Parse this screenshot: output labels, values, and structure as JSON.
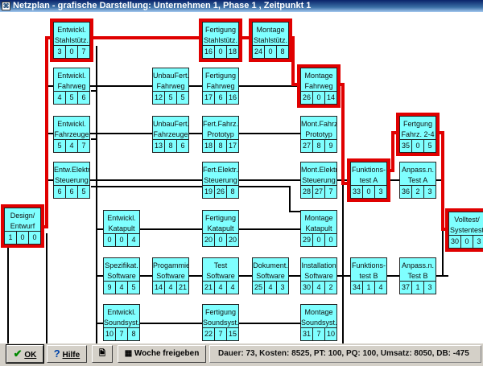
{
  "window": {
    "title": "Netzplan - grafische Darstellung: Unternehmen 1, Phase 1 , Zeitpunkt 1"
  },
  "colors": {
    "node_fill": "#7fffff",
    "critical": "#e00000",
    "line": "#000000"
  },
  "nodes": [
    {
      "l1": "Entwickl.",
      "l2": "Stahlstütz.",
      "v": [
        "3",
        "0",
        "7"
      ],
      "critical": true
    },
    {
      "l1": "Fertigung",
      "l2": "Stahlstütz.",
      "v": [
        "16",
        "0",
        "18"
      ],
      "critical": true
    },
    {
      "l1": "Montage",
      "l2": "Stahlstütz.",
      "v": [
        "24",
        "0",
        "8"
      ],
      "critical": true
    },
    {
      "l1": "Entwickl.",
      "l2": "Fahrweg",
      "v": [
        "4",
        "5",
        "6"
      ],
      "critical": false
    },
    {
      "l1": "UnbauFert.",
      "l2": "Fahrweg",
      "v": [
        "12",
        "5",
        "5"
      ],
      "critical": false
    },
    {
      "l1": "Fertigung",
      "l2": "Fahrweg",
      "v": [
        "17",
        "6",
        "16"
      ],
      "critical": false
    },
    {
      "l1": "Montage",
      "l2": "Fahrweg",
      "v": [
        "26",
        "0",
        "14"
      ],
      "critical": true
    },
    {
      "l1": "Entwickl.",
      "l2": "Fahrzeuge",
      "v": [
        "5",
        "4",
        "7"
      ],
      "critical": false
    },
    {
      "l1": "UnbauFert.",
      "l2": "Fahrzeuge",
      "v": [
        "13",
        "8",
        "6"
      ],
      "critical": false
    },
    {
      "l1": "Fert.Fahrz.",
      "l2": "Prototyp",
      "v": [
        "18",
        "8",
        "17"
      ],
      "critical": false
    },
    {
      "l1": "Mont.Fahrz.",
      "l2": "Prototyp",
      "v": [
        "27",
        "8",
        "9"
      ],
      "critical": false
    },
    {
      "l1": "Fertgung",
      "l2": "Fahrz. 2-4",
      "v": [
        "35",
        "0",
        "5"
      ],
      "critical": true
    },
    {
      "l1": "Entw.Elektr./",
      "l2": "Steuerung",
      "v": [
        "6",
        "6",
        "5"
      ],
      "critical": false
    },
    {
      "l1": "Fert.Elektr./",
      "l2": "Steuerung",
      "v": [
        "19",
        "26",
        "8"
      ],
      "critical": false
    },
    {
      "l1": "Mont.Elektr/",
      "l2": "Steuerung",
      "v": [
        "28",
        "27",
        "7"
      ],
      "critical": false
    },
    {
      "l1": "Funktions-",
      "l2": "test A",
      "v": [
        "33",
        "0",
        "3"
      ],
      "critical": true
    },
    {
      "l1": "Anpass.n.",
      "l2": "Test A",
      "v": [
        "36",
        "2",
        "3"
      ],
      "critical": false
    },
    {
      "l1": "Design/",
      "l2": "Entwurf",
      "v": [
        "1",
        "0",
        "0"
      ],
      "critical": true
    },
    {
      "l1": "Entwickl.",
      "l2": "Katapult",
      "v": [
        "0",
        "0",
        "4"
      ],
      "critical": false
    },
    {
      "l1": "Fertigung",
      "l2": "Katapult",
      "v": [
        "20",
        "0",
        "20"
      ],
      "critical": false
    },
    {
      "l1": "Montage",
      "l2": "Katapult",
      "v": [
        "29",
        "0",
        "0"
      ],
      "critical": false
    },
    {
      "l1": "Volltest/",
      "l2": "Systentest",
      "v": [
        "30",
        "0",
        "3"
      ],
      "critical": true
    },
    {
      "l1": "Spezifikat.",
      "l2": "Software",
      "v": [
        "9",
        "4",
        "5"
      ],
      "critical": false
    },
    {
      "l1": "Progammier.",
      "l2": "Software",
      "v": [
        "14",
        "4",
        "21"
      ],
      "critical": false
    },
    {
      "l1": "Test",
      "l2": "Software",
      "v": [
        "21",
        "4",
        "4"
      ],
      "critical": false
    },
    {
      "l1": "Dokument.",
      "l2": "Software",
      "v": [
        "25",
        "4",
        "3"
      ],
      "critical": false
    },
    {
      "l1": "Installation",
      "l2": "Software",
      "v": [
        "30",
        "4",
        "2"
      ],
      "critical": false
    },
    {
      "l1": "Funktions-",
      "l2": "test B",
      "v": [
        "34",
        "1",
        "4"
      ],
      "critical": false
    },
    {
      "l1": "Anpass.n.",
      "l2": "Test B",
      "v": [
        "37",
        "1",
        "3"
      ],
      "critical": false
    },
    {
      "l1": "Entwickl.",
      "l2": "Soundsyst.",
      "v": [
        "10",
        "7",
        "8"
      ],
      "critical": false
    },
    {
      "l1": "Fertigung",
      "l2": "Soundsyst.",
      "v": [
        "22",
        "7",
        "15"
      ],
      "critical": false
    },
    {
      "l1": "Montage",
      "l2": "Soundsyst.",
      "v": [
        "31",
        "7",
        "10"
      ],
      "critical": false
    }
  ],
  "buttons": {
    "ok": "OK",
    "help": "Hilfe",
    "week": "Woche freigeben"
  },
  "status": "Dauer: 73,  Kosten: 8525,  PT: 100,  PQ: 100,  Umsatz: 8050,  DB: -475"
}
